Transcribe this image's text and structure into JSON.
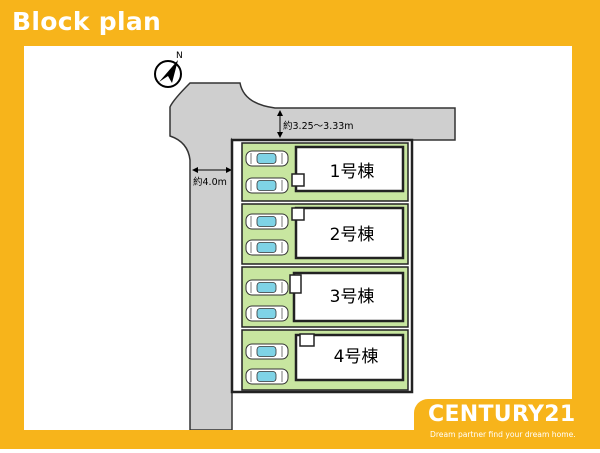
{
  "header": {
    "title": "Block plan"
  },
  "compass": {
    "north_label": "N"
  },
  "roads": {
    "north_road_width": "約3.25～3.33m",
    "west_road_width": "約4.0m"
  },
  "lots": [
    {
      "label": "1号棟"
    },
    {
      "label": "2号棟"
    },
    {
      "label": "3号棟"
    },
    {
      "label": "4号棟"
    }
  ],
  "brand": {
    "name": "CENTURY21",
    "slogan": "Dream partner find your dream home."
  },
  "colors": {
    "frame": "#f7b41b",
    "lot_green": "#c8e6a0",
    "road_gray": "#cfcfcf",
    "car_blue": "#7fd3e6"
  }
}
